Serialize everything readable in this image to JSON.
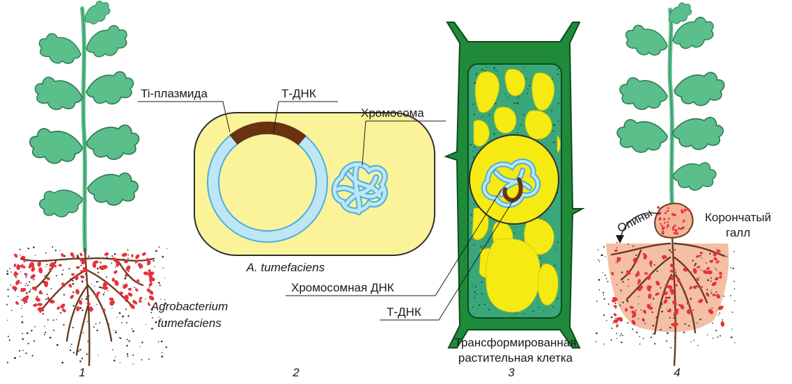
{
  "panel_numbers": [
    "1",
    "2",
    "3",
    "4"
  ],
  "panel1": {
    "label_line1": "Agrobacterium",
    "label_line2": "tumefaciens"
  },
  "panel2": {
    "ti_plasmid": "Ti-плазмида",
    "t_dna": "Т-ДНК",
    "chromosome": "Хромосома",
    "caption": "A. tumefaciens"
  },
  "panel3": {
    "chromosomal_dna": "Хромосомная ДНК",
    "t_dna": "Т-ДНК",
    "caption_line1": "Трансформированная",
    "caption_line2": "растительная клетка"
  },
  "panel4": {
    "opines": "Опины",
    "gall_line1": "Корончатый",
    "gall_line2": "галл"
  },
  "colors": {
    "plant_green": "#5bbf8c",
    "plant_outline": "#2e7d52",
    "bacteria_red": "#e8313a",
    "root_brown": "#6b3a1e",
    "cell_yellow": "#fbf39a",
    "cell_outline": "#2e2e2e",
    "plasmid_blue": "#bfe6f5",
    "plasmid_outline": "#4aaee0",
    "tdna_brown": "#6a3210",
    "cell_wall_green": "#1f8a3a",
    "cytoplasm_green": "#3aa77a",
    "vacuole_yellow": "#f6ea13",
    "soil_pink": "#f3b497"
  }
}
